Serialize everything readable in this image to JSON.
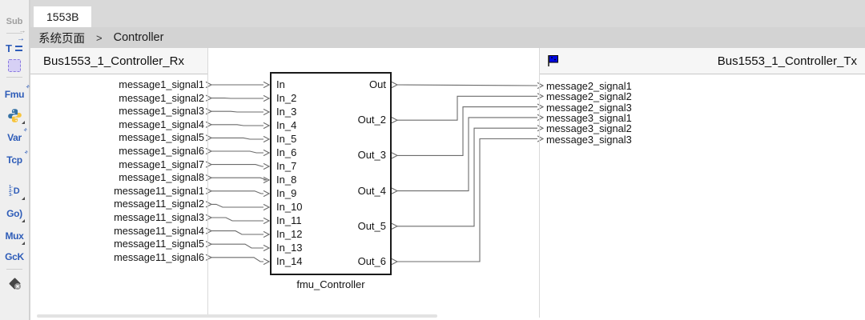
{
  "app": {
    "tab_label": "1553B"
  },
  "breadcrumb": {
    "items": [
      "系统页面",
      "Controller"
    ],
    "separator": ">"
  },
  "sidebar": {
    "tools": [
      {
        "name": "subsystem-tool",
        "icon": "subsystem-icon",
        "type": "sub",
        "label": "Sub"
      },
      {
        "type": "divider"
      },
      {
        "name": "text-arrow-tool",
        "icon": "text-arrow-icon",
        "type": "t-arrow",
        "label": "T"
      },
      {
        "name": "region-select-tool",
        "icon": "region-select-icon",
        "type": "dashed-square"
      },
      {
        "type": "divider"
      },
      {
        "name": "fmu-tool",
        "icon": "fmu-icon",
        "type": "text-logo",
        "label": "Fmu",
        "marks": true
      },
      {
        "name": "python-tool",
        "icon": "python-icon",
        "type": "python",
        "corner": true
      },
      {
        "name": "var-tool",
        "icon": "var-icon",
        "type": "text-logo",
        "label": "Var",
        "marks": true
      },
      {
        "name": "tcp-tool",
        "icon": "tcp-icon",
        "type": "text-logo",
        "label": "Tcp",
        "marks": true
      },
      {
        "name": "numbered-list-d-tool",
        "icon": "numbered-list-d-icon",
        "type": "list-d",
        "label": "D",
        "corner": true
      },
      {
        "name": "go-tool",
        "icon": "go-icon",
        "type": "text-logo",
        "label": "Go)",
        "corner": true
      },
      {
        "name": "mux-tool",
        "icon": "mux-icon",
        "type": "text-logo",
        "label": "Mux",
        "corner": true
      },
      {
        "name": "gck-tool",
        "icon": "gck-icon",
        "type": "text-logo",
        "label": "GcK"
      },
      {
        "type": "divider"
      },
      {
        "name": "delete-diamond-tool",
        "icon": "delete-diamond-icon",
        "type": "diamond-x"
      }
    ]
  },
  "panels": {
    "left": {
      "title": "Bus1553_1_Controller_Rx",
      "signals": [
        "message1_signal1",
        "message1_signal2",
        "message1_signal3",
        "message1_signal4",
        "message1_signal5",
        "message1_signal6",
        "message1_signal7",
        "message1_signal8",
        "message11_signal1",
        "message11_signal2",
        "message11_signal3",
        "message11_signal4",
        "message11_signal5",
        "message11_signal6"
      ]
    },
    "right": {
      "title": "Bus1553_1_Controller_Tx",
      "flag_icon": "flag-icon",
      "signals": [
        "message2_signal1",
        "message2_signal2",
        "message2_signal3",
        "message3_signal1",
        "message3_signal2",
        "message3_signal3"
      ]
    }
  },
  "block": {
    "label": "fmu_Controller",
    "inputs": [
      "In",
      "In_2",
      "In_3",
      "In_4",
      "In_5",
      "In_6",
      "In_7",
      "In_8",
      "In_9",
      "In_10",
      "In_11",
      "In_12",
      "In_13",
      "In_14"
    ],
    "outputs": [
      "Out",
      "Out_2",
      "Out_3",
      "Out_4",
      "Out_5",
      "Out_6"
    ]
  },
  "colors": {
    "accent_blue": "#2e5cb8",
    "icon_purple": "#8a7ae0",
    "wire_gray": "#6b6b6b",
    "flag_blue": "#0008e0",
    "topbar_gray": "#d9d9d9",
    "breadcrumb_gray": "#d3d3d3"
  }
}
